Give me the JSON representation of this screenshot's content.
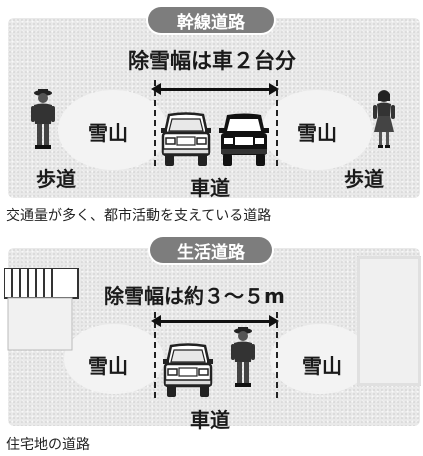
{
  "top": {
    "title": "幹線道路",
    "width_label": "除雪幅は車２台分",
    "snow_left": "雪山",
    "snow_right": "雪山",
    "sidewalk_left": "歩道",
    "roadway": "車道",
    "sidewalk_right": "歩道",
    "caption": "交通量が多く、都市活動を支えている道路"
  },
  "bottom": {
    "title": "生活道路",
    "width_label": "除雪幅は約３～５m",
    "snow_left": "雪山",
    "snow_right": "雪山",
    "roadway": "車道",
    "caption": "住宅地の道路"
  },
  "icons": {
    "pedestrian_man": "man-icon",
    "pedestrian_woman": "woman-icon",
    "car_white": "car-icon",
    "car_black": "car-icon",
    "building": "building-icon"
  },
  "colors": {
    "title_pill": "#7d7d7d",
    "snow": "#e9e9e9",
    "car_dark": "#111111"
  }
}
